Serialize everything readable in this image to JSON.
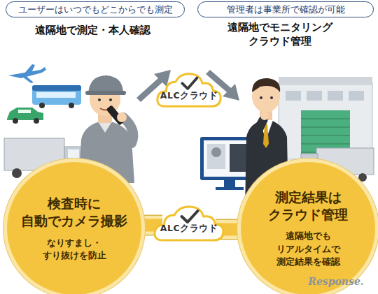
{
  "diagram": {
    "nodes": [
      {
        "text": [
          "ユーザーはいつでもどこからでも測定"
        ]
      },
      {
        "text": [
          "管理者は事業所で確認が可能"
        ]
      },
      {
        "text": [
          "ALCクラウド"
        ]
      },
      {
        "text": [
          "検査時に 自動でカメラ撮影",
          "なりすまし・ すり抜けを防止"
        ]
      },
      {
        "text": [
          "ALCクラウド"
        ]
      },
      {
        "text": [
          "測定結果は クラウド管理",
          "遠隔地でも リアルタイムで 測定結果を確認"
        ]
      }
    ],
    "edges": [
      {
        "from": 3,
        "to": 4,
        "arrow": "none"
      },
      {
        "from": 4,
        "to": 5,
        "arrow": "none"
      }
    ],
    "labels": [
      "遠隔地で測定・本人確認",
      "遠隔地でモニタリング クラウド管理",
      "Response."
    ]
  }
}
